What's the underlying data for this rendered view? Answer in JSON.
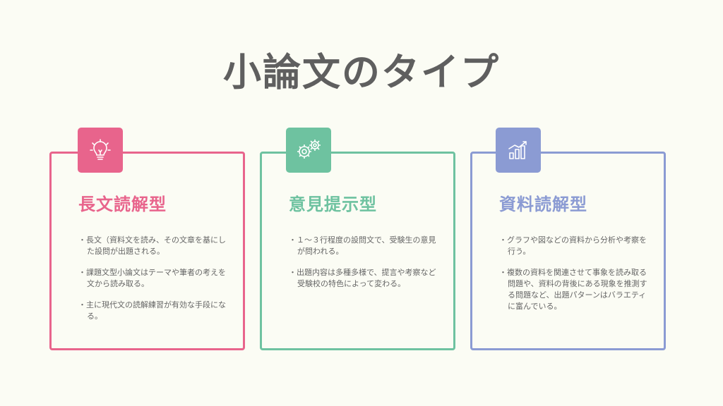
{
  "page": {
    "title": "小論文のタイプ"
  },
  "cards": [
    {
      "heading": "長文読解型",
      "color": "#e8648c",
      "icon": "lightbulb-icon",
      "points": [
        "長文（資料文を読み、その文章を基にした設問が出題される。",
        "課題文型小論文はテーマや筆者の考えを文から読み取る。",
        "主に現代文の読解練習が有効な手段になる。"
      ]
    },
    {
      "heading": "意見提示型",
      "color": "#6ec2a0",
      "icon": "gears-icon",
      "points": [
        "１〜３行程度の設問文で、受験生の意見が問われる。",
        "出題内容は多種多様で、提言や考察など受験校の特色によって変わる。"
      ]
    },
    {
      "heading": "資料読解型",
      "color": "#8b9bd3",
      "icon": "bar-chart-icon",
      "points": [
        "グラフや図などの資料から分析や考察を行う。",
        "複数の資料を関連させて事象を読み取る問題や、資料の背後にある現象を推測する問題など、出題パターンはバラエティに富んでいる。"
      ]
    }
  ]
}
